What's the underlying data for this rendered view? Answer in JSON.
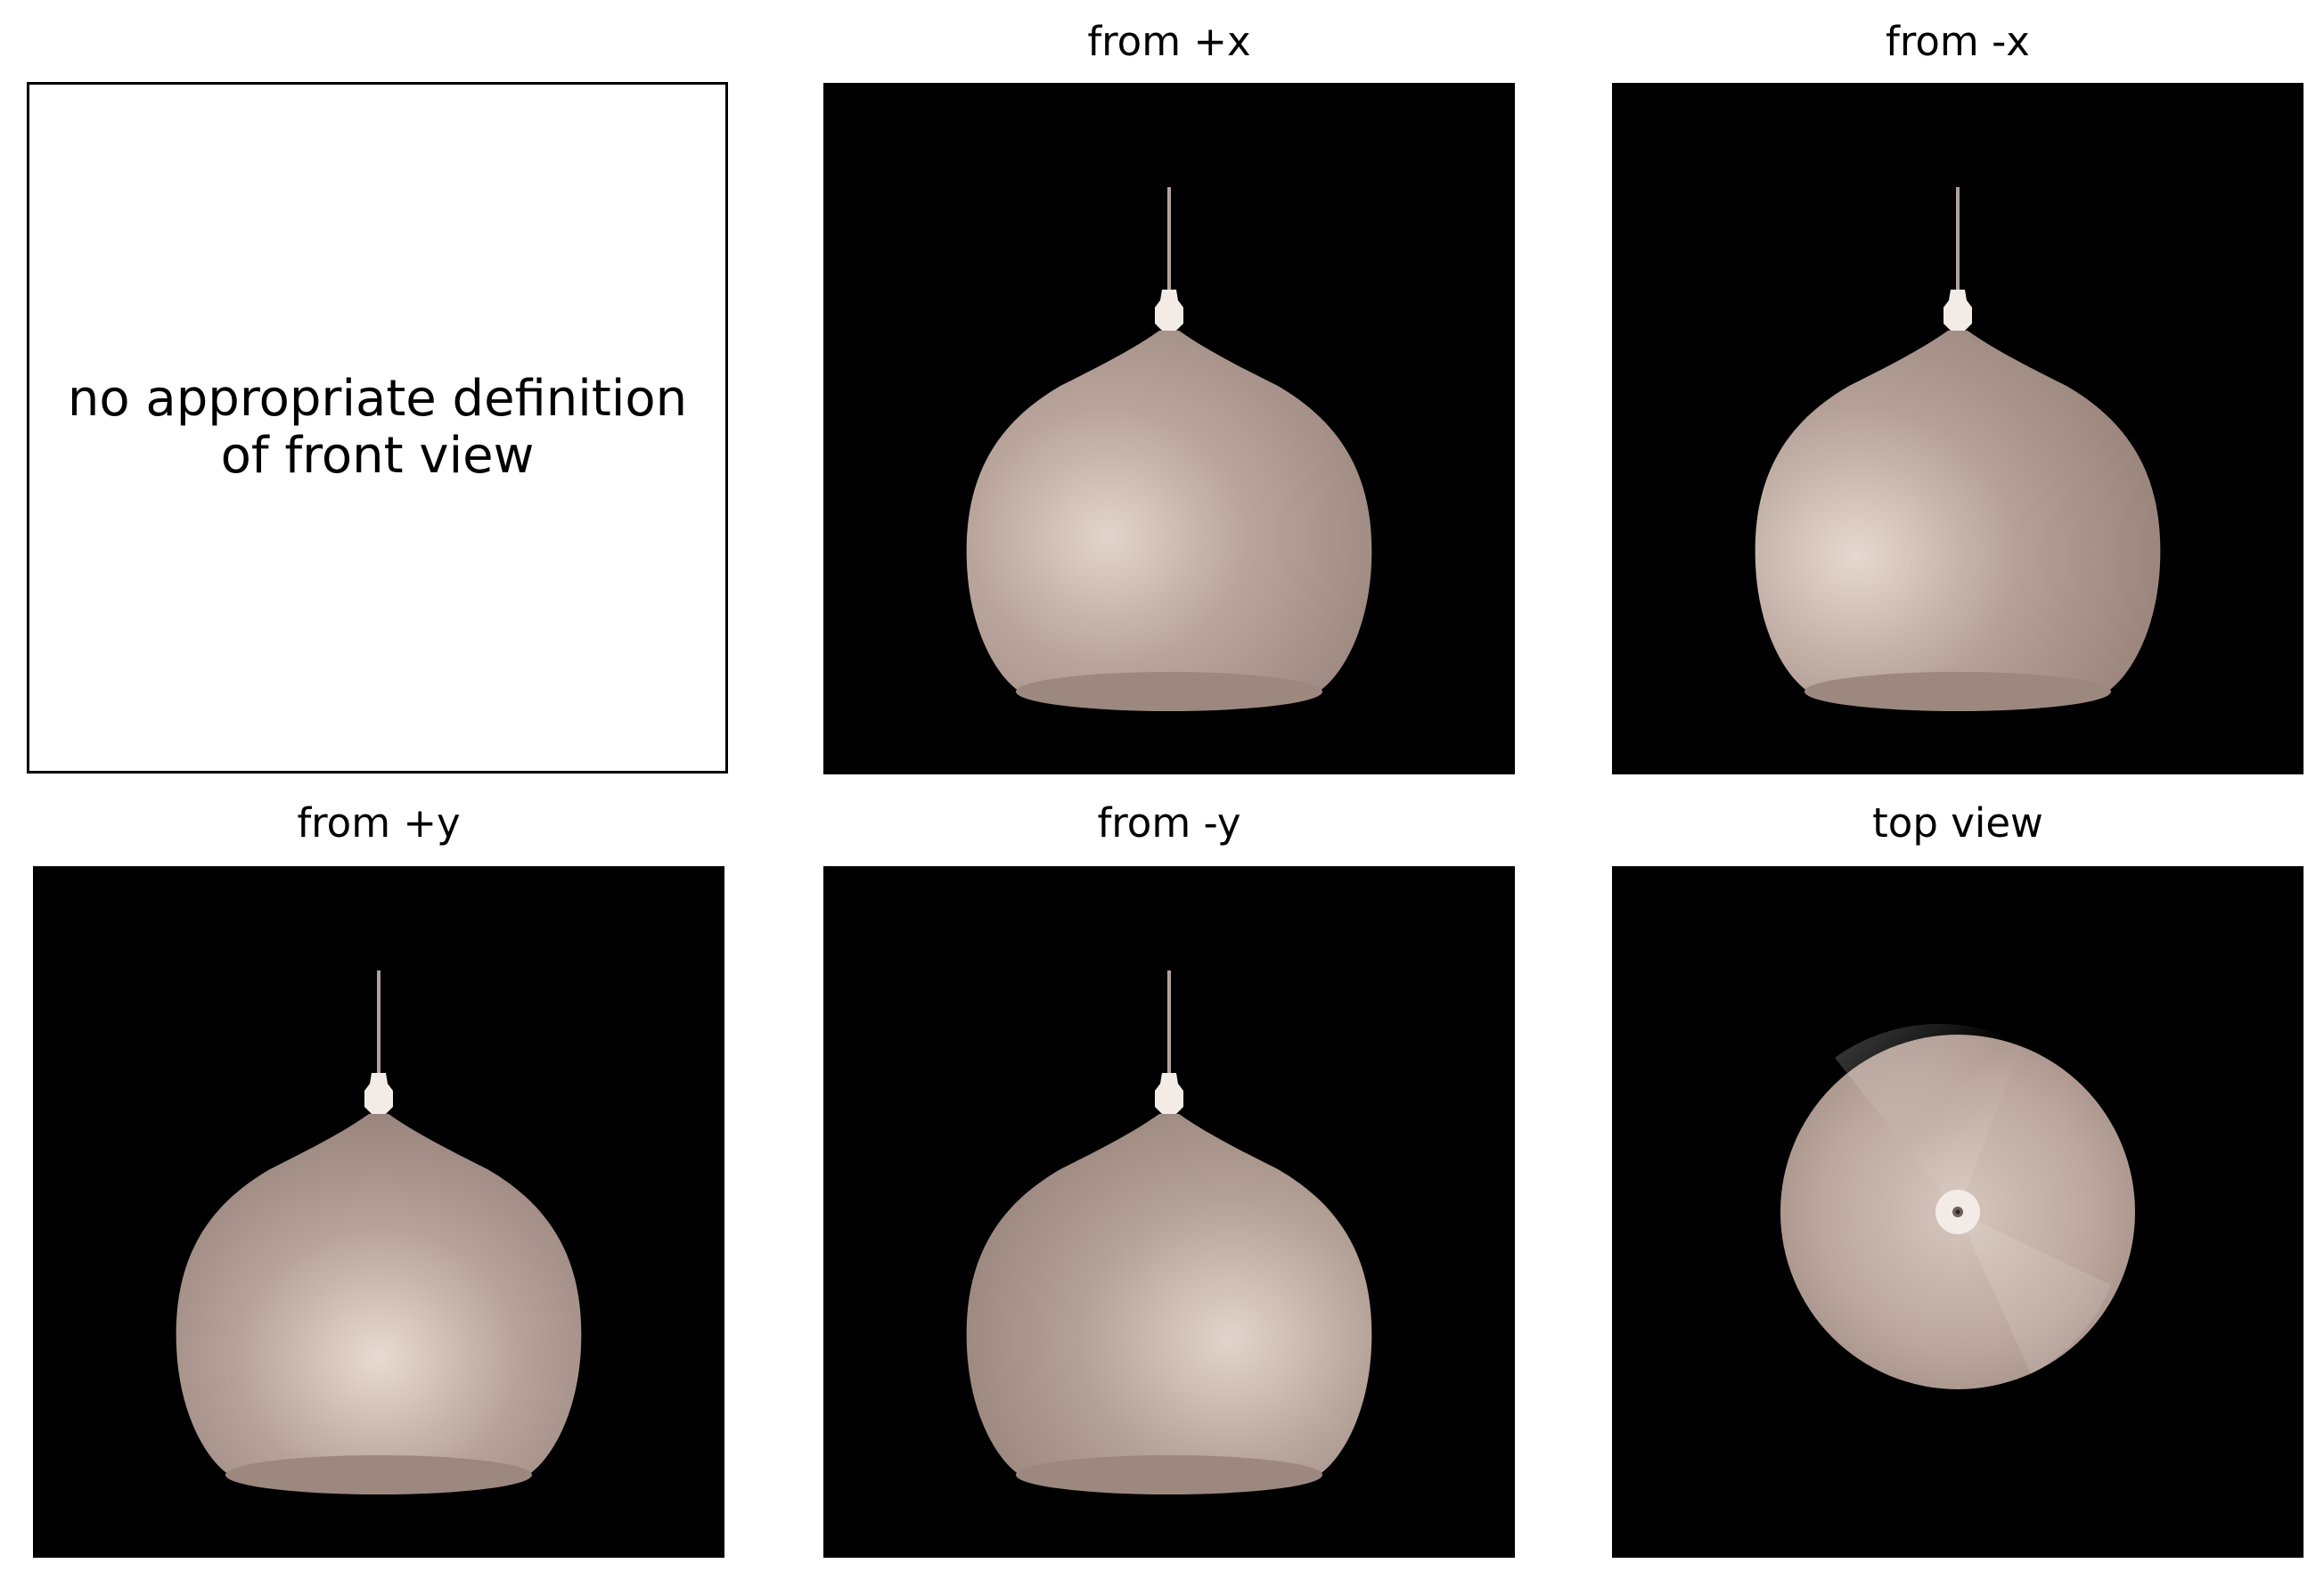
{
  "front_view": {
    "message_line1": "no appropriate definition",
    "message_line2": "of front view"
  },
  "views": {
    "plus_x": {
      "title": "from +x"
    },
    "minus_x": {
      "title": "from -x"
    },
    "plus_y": {
      "title": "from +y"
    },
    "minus_y": {
      "title": "from -y"
    },
    "top": {
      "title": "top view"
    }
  },
  "colors": {
    "background": "#000000",
    "shade_base": "#a69088",
    "shade_light": "#e2d4cc",
    "shade_dark": "#8a766f",
    "socket": "#f2ebe6",
    "cord": "#b0a29b"
  },
  "object": {
    "name_icon": "pendant-lamp-icon"
  }
}
